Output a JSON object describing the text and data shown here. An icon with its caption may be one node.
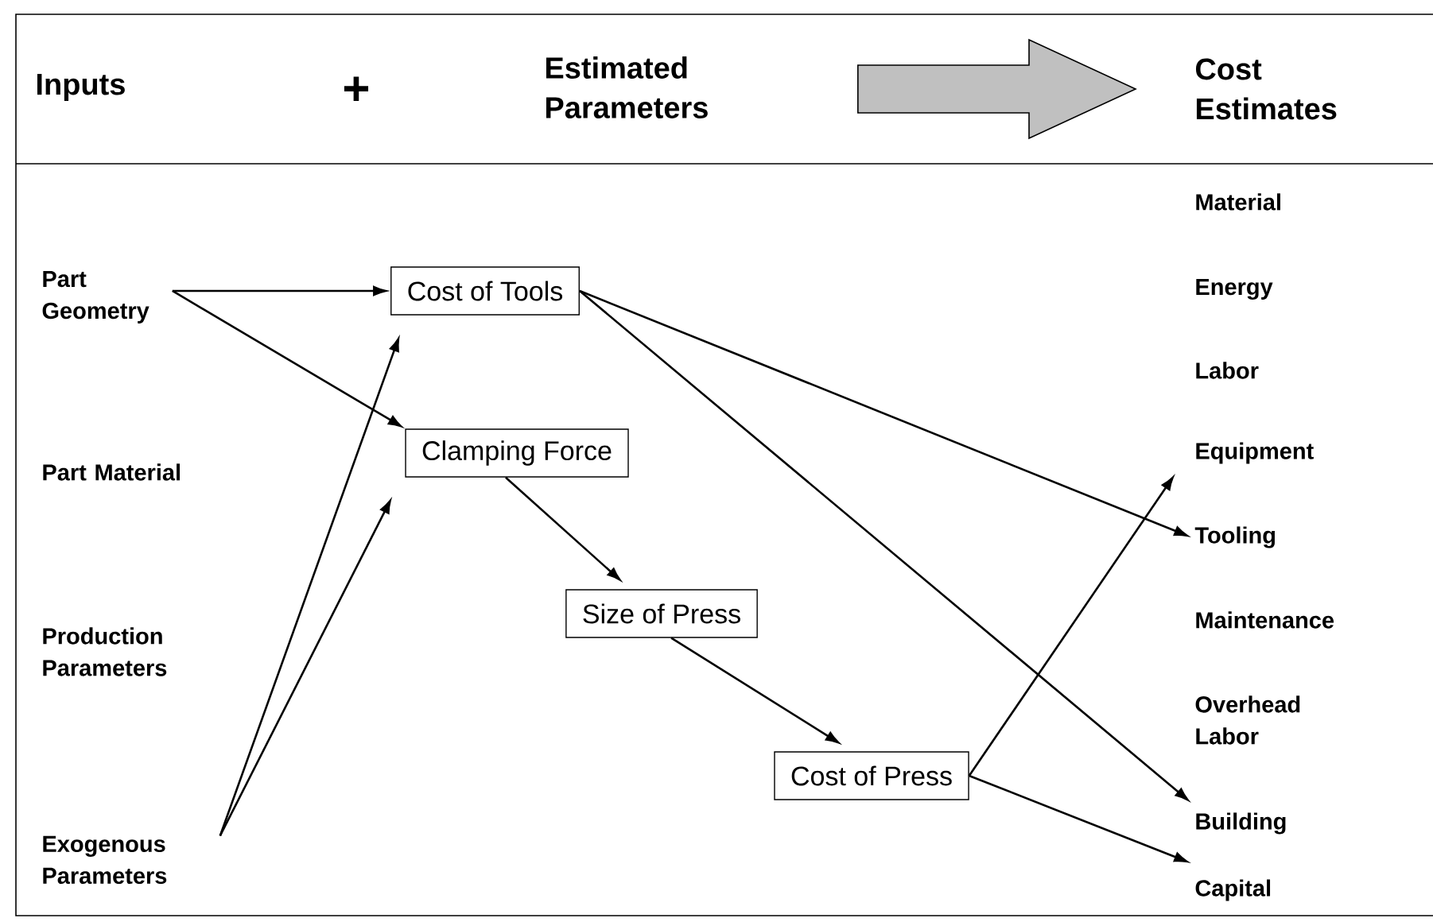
{
  "diagram": {
    "nodes": [
      {
        "text": [
          "Estimated Parameters"
        ]
      },
      {
        "text": [
          "Cost Estimates"
        ]
      },
      {
        "text": [
          "Part Geometry"
        ]
      },
      {
        "text": [
          "Part Material"
        ]
      },
      {
        "text": [
          "Production Parameters"
        ]
      },
      {
        "text": [
          "Exogenous Parameters"
        ]
      },
      {
        "text": [
          "Cost of Tools"
        ]
      },
      {
        "text": [
          "Clamping Force"
        ]
      },
      {
        "text": [
          "Size of Press"
        ]
      },
      {
        "text": [
          "Cost of Press"
        ]
      },
      {
        "text": [
          "Material"
        ]
      },
      {
        "text": [
          "Energy"
        ]
      },
      {
        "text": [
          "Labor"
        ]
      },
      {
        "text": [
          "Equipment"
        ]
      },
      {
        "text": [
          "Tooling"
        ]
      },
      {
        "text": [
          "Maintenance"
        ]
      },
      {
        "text": [
          "Overhead Labor"
        ]
      },
      {
        "text": [
          "Building"
        ]
      },
      {
        "text": [
          "Capital"
        ]
      }
    ],
    "edges": [
      {
        "from": 0,
        "to": 1,
        "arrow": "to",
        "style": "thick",
        "color": "#c0c0c0"
      },
      {
        "from": 2,
        "to": 6,
        "arrow": "to"
      },
      {
        "from": 2,
        "to": 7,
        "arrow": "to"
      },
      {
        "from": 5,
        "to": 6,
        "arrow": "to"
      },
      {
        "from": 5,
        "to": 7,
        "arrow": "to"
      },
      {
        "from": 7,
        "to": 8,
        "arrow": "to"
      },
      {
        "from": 8,
        "to": 9,
        "arrow": "to"
      },
      {
        "from": 6,
        "to": 14,
        "arrow": "to"
      },
      {
        "from": 6,
        "to": 17,
        "arrow": "to"
      },
      {
        "from": 9,
        "to": 13,
        "arrow": "to"
      },
      {
        "from": 9,
        "to": 18,
        "arrow": "to"
      }
    ],
    "labels": [
      "Inputs",
      "+"
    ]
  }
}
